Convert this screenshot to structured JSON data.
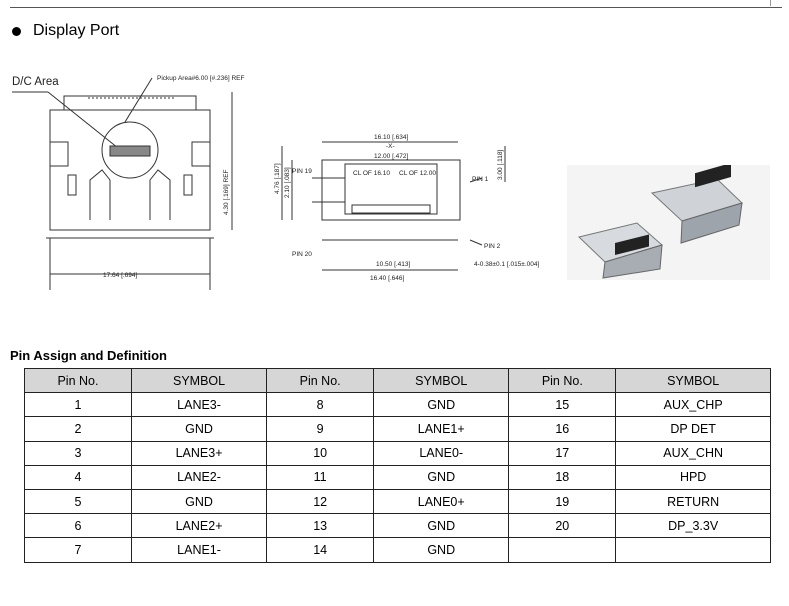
{
  "section": {
    "title": "Display Port"
  },
  "drawing": {
    "dc_area": "D/C Area",
    "pickup": "Pickup Area#6.00 [#.236] REF",
    "dim_width_left": "17.64 [.694]",
    "dim_height_left": "4.30 [.169] REF",
    "dim_top_outer": "16.10 [.634]",
    "datum": "-X-",
    "dim_top_inner": "12.00 [.472]",
    "cl1": "CL OF 16.10",
    "cl2": "CL OF 12.00",
    "pin19": "PIN 19",
    "pin1": "PIN 1",
    "pin2": "PIN 2",
    "pin20": "PIN 20",
    "dim_476": "4.76 [.187]",
    "dim_210": "2.10 [.083]",
    "dim_300": "3.00 [.118]",
    "dim_1050": "10.50 [.413]",
    "dim_holes": "4-0.38±0.1 [.015±.004]",
    "dim_1640": "16.40 [.646]"
  },
  "pin_table": {
    "heading": "Pin Assign and Definition",
    "headers": [
      "Pin No.",
      "SYMBOL",
      "Pin No.",
      "SYMBOL",
      "Pin No.",
      "SYMBOL"
    ],
    "rows": [
      [
        "1",
        "LANE3-",
        "8",
        "GND",
        "15",
        "AUX_CHP"
      ],
      [
        "2",
        "GND",
        "9",
        "LANE1+",
        "16",
        "DP DET"
      ],
      [
        "3",
        "LANE3+",
        "10",
        "LANE0-",
        "17",
        "AUX_CHN"
      ],
      [
        "4",
        "LANE2-",
        "11",
        "GND",
        "18",
        "HPD"
      ],
      [
        "5",
        "GND",
        "12",
        "LANE0+",
        "19",
        "RETURN"
      ],
      [
        "6",
        "LANE2+",
        "13",
        "GND",
        "20",
        "DP_3.3V"
      ],
      [
        "7",
        "LANE1-",
        "14",
        "GND",
        "",
        ""
      ]
    ]
  }
}
